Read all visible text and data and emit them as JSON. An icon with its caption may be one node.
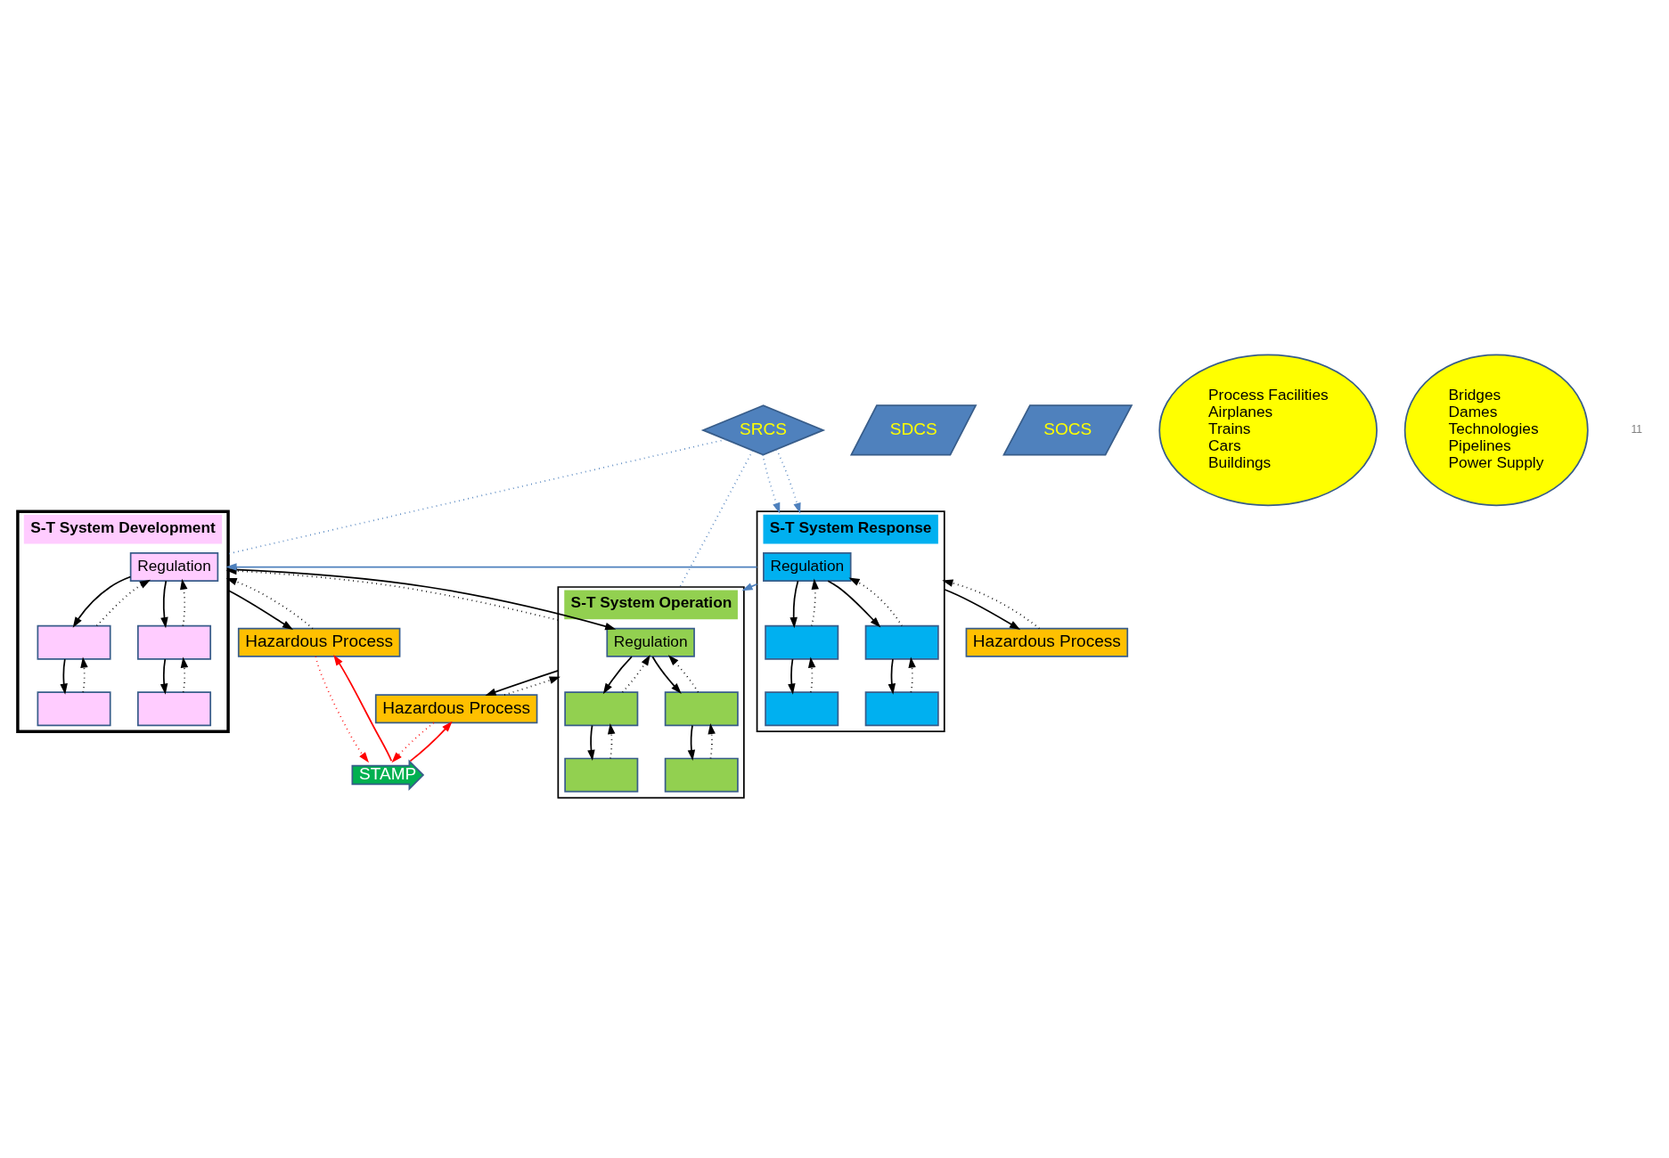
{
  "diagram": {
    "nodes": [
      {
        "text": [
          "S-T System Development"
        ]
      },
      {
        "text": [
          "Regulation"
        ],
        "in": 0
      },
      {
        "text": [],
        "shape": "box",
        "in": 0
      },
      {
        "text": [],
        "shape": "box",
        "in": 0
      },
      {
        "text": [],
        "shape": "box",
        "in": 0
      },
      {
        "text": [],
        "shape": "box",
        "in": 0
      },
      {
        "text": [
          "Hazardous Process"
        ]
      },
      {
        "text": [
          "S-T System Operation"
        ]
      },
      {
        "text": [
          "Regulation"
        ],
        "in": 7
      },
      {
        "text": [],
        "shape": "box",
        "in": 7
      },
      {
        "text": [],
        "shape": "box",
        "in": 7
      },
      {
        "text": [],
        "shape": "box",
        "in": 7
      },
      {
        "text": [],
        "shape": "box",
        "in": 7
      },
      {
        "text": [
          "Hazardous Process"
        ]
      },
      {
        "text": [
          "S-T System Response"
        ]
      },
      {
        "text": [
          "Regulation"
        ],
        "in": 14
      },
      {
        "text": [],
        "shape": "box",
        "in": 14
      },
      {
        "text": [],
        "shape": "box",
        "in": 14
      },
      {
        "text": [],
        "shape": "box",
        "in": 14
      },
      {
        "text": [],
        "shape": "box",
        "in": 14
      },
      {
        "text": [
          "Hazardous Process"
        ]
      },
      {
        "text": [
          "SDCS"
        ]
      },
      {
        "text": [
          "SOCS"
        ]
      },
      {
        "text": [
          "SRCS"
        ]
      },
      {
        "text": [
          "STAMP"
        ]
      },
      {
        "text": [
          "Process Facilities",
          "Airplanes",
          "Trains",
          "Cars",
          "Buildings"
        ]
      },
      {
        "text": [
          "Bridges",
          "Dames",
          "Technologies",
          "Pipelines",
          "Power Supply"
        ]
      }
    ],
    "edges": [
      {
        "from": 1,
        "to": 2,
        "arrow": "to"
      },
      {
        "from": 2,
        "to": 1,
        "arrow": "to",
        "style": "dashed"
      },
      {
        "from": 1,
        "to": 3,
        "arrow": "to"
      },
      {
        "from": 3,
        "to": 1,
        "arrow": "to",
        "style": "dashed"
      },
      {
        "from": 2,
        "to": 4,
        "arrow": "to"
      },
      {
        "from": 4,
        "to": 2,
        "arrow": "to",
        "style": "dashed"
      },
      {
        "from": 3,
        "to": 5,
        "arrow": "to"
      },
      {
        "from": 5,
        "to": 3,
        "arrow": "to",
        "style": "dashed"
      },
      {
        "from": 0,
        "to": 6,
        "arrow": "to"
      },
      {
        "from": 6,
        "to": 0,
        "arrow": "to",
        "style": "dashed"
      },
      {
        "from": 0,
        "to": 8,
        "arrow": "to"
      },
      {
        "from": 7,
        "to": 0,
        "arrow": "to",
        "style": "dashed"
      },
      {
        "from": 8,
        "to": 9,
        "arrow": "to"
      },
      {
        "from": 9,
        "to": 8,
        "arrow": "to",
        "style": "dashed"
      },
      {
        "from": 8,
        "to": 10,
        "arrow": "to"
      },
      {
        "from": 10,
        "to": 8,
        "arrow": "to",
        "style": "dashed"
      },
      {
        "from": 9,
        "to": 11,
        "arrow": "to"
      },
      {
        "from": 11,
        "to": 9,
        "arrow": "to",
        "style": "dashed"
      },
      {
        "from": 10,
        "to": 12,
        "arrow": "to"
      },
      {
        "from": 12,
        "to": 10,
        "arrow": "to",
        "style": "dashed"
      },
      {
        "from": 7,
        "to": 13,
        "arrow": "to"
      },
      {
        "from": 13,
        "to": 7,
        "arrow": "to",
        "style": "dashed"
      },
      {
        "from": 23,
        "to": 0,
        "arrow": "none",
        "style": "dashed",
        "color": "#4f81bd"
      },
      {
        "from": 23,
        "to": 7,
        "arrow": "none",
        "style": "dashed",
        "color": "#4f81bd"
      },
      {
        "from": 23,
        "to": 14,
        "arrow": "to",
        "style": "dashed",
        "color": "#4f81bd"
      },
      {
        "from": 23,
        "to": 14,
        "arrow": "to",
        "style": "dashed",
        "color": "#4f81bd"
      },
      {
        "from": 14,
        "to": 0,
        "arrow": "to",
        "color": "#4f81bd"
      },
      {
        "from": 14,
        "to": 7,
        "arrow": "to",
        "color": "#4f81bd"
      },
      {
        "from": 15,
        "to": 16,
        "arrow": "to"
      },
      {
        "from": 16,
        "to": 15,
        "arrow": "to",
        "style": "dashed"
      },
      {
        "from": 15,
        "to": 17,
        "arrow": "to"
      },
      {
        "from": 17,
        "to": 15,
        "arrow": "to",
        "style": "dashed"
      },
      {
        "from": 16,
        "to": 18,
        "arrow": "to"
      },
      {
        "from": 18,
        "to": 16,
        "arrow": "to",
        "style": "dashed"
      },
      {
        "from": 17,
        "to": 19,
        "arrow": "to"
      },
      {
        "from": 19,
        "to": 17,
        "arrow": "to",
        "style": "dashed"
      },
      {
        "from": 14,
        "to": 20,
        "arrow": "to"
      },
      {
        "from": 20,
        "to": 14,
        "arrow": "to",
        "style": "dashed"
      },
      {
        "from": 24,
        "to": 6,
        "arrow": "to",
        "color": "#ff0000"
      },
      {
        "from": 6,
        "to": 24,
        "arrow": "to",
        "style": "dashed",
        "color": "#ff0000"
      },
      {
        "from": 24,
        "to": 13,
        "arrow": "to",
        "color": "#ff0000"
      },
      {
        "from": 13,
        "to": 24,
        "arrow": "to",
        "style": "dashed",
        "color": "#ff0000"
      }
    ],
    "labels": [
      "11"
    ]
  }
}
